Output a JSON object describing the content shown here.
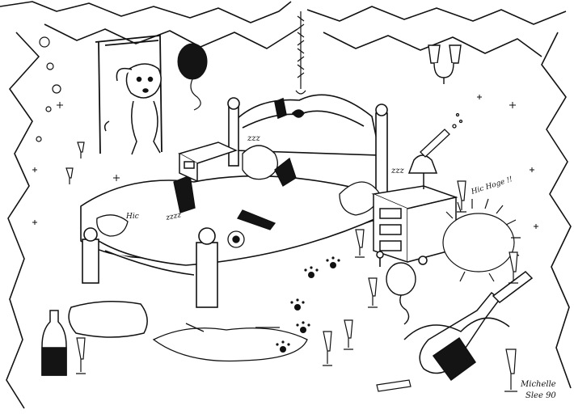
{
  "caption_hic_left": "Hic",
  "caption_hic_right": "Hic Hoge !!",
  "snore_bed": "zzz",
  "snore_right": "zzz",
  "snore_floor": "zzzz",
  "signature_name": "Michelle",
  "signature_name2": "Slee 90",
  "colors": {
    "ink": "#111111",
    "paper": "#ffffff",
    "balloon": "#141414"
  }
}
